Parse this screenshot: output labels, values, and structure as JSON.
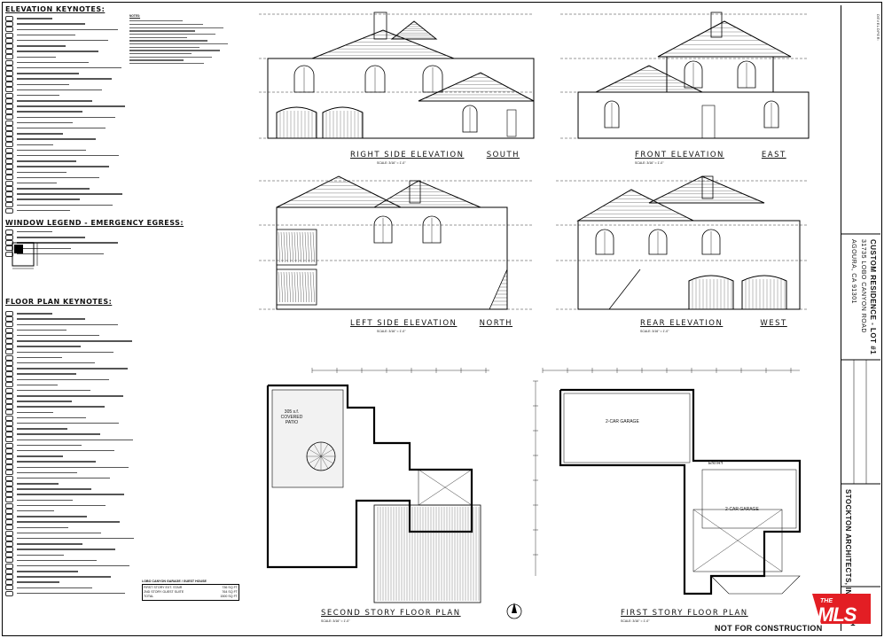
{
  "legend": {
    "elevation_keynotes_title": "ELEVATION KEYNOTES:",
    "window_legend_title": "WINDOW LEGEND - EMERGENCY EGRESS:",
    "floor_plan_keynotes_title": "FLOOR PLAN KEYNOTES:",
    "notes_title": "NOTES:"
  },
  "elevations": {
    "right_side": {
      "title": "RIGHT SIDE ELEVATION",
      "direction": "SOUTH",
      "scale": "SCALE: 3/16\" = 1'-0\""
    },
    "front": {
      "title": "FRONT ELEVATION",
      "direction": "EAST",
      "scale": "SCALE: 3/16\" = 1'-0\""
    },
    "left_side": {
      "title": "LEFT SIDE ELEVATION",
      "direction": "NORTH",
      "scale": "SCALE: 3/16\" = 1'-0\""
    },
    "rear": {
      "title": "REAR ELEVATION",
      "direction": "WEST",
      "scale": "SCALE: 3/16\" = 1'-0\""
    }
  },
  "plans": {
    "second": {
      "title": "SECOND STORY FLOOR PLAN",
      "scale": "SCALE: 3/16\" = 1'-0\"",
      "patio_label": "305 s.f. COVERED PATIO"
    },
    "first": {
      "title": "FIRST STORY FLOOR PLAN",
      "scale": "SCALE: 3/16\" = 1'-0\"",
      "garage_a": "2-CAR GARAGE",
      "garage_b": "2-CAR GARAGE",
      "entry": "ENTRY"
    }
  },
  "area_table": {
    "heading": "LOBO CANYON GARAGE / GUEST HOUSE",
    "rows": [
      {
        "label": "FIRST STORY EXT. STAIR",
        "value": "736 SQ FT"
      },
      {
        "label": "2ND STORY GUEST SUITE",
        "value": "764 SQ FT"
      },
      {
        "label": "TOTAL",
        "value": "1500 SQ FT"
      }
    ]
  },
  "title_block": {
    "firm": "STOCKTON ARCHITECTS, INC.",
    "project": "CUSTOM RESIDENCE - LOT #1",
    "address": "31735 LOBO CANYON ROAD",
    "city": "AGOURA, CA 91301",
    "developer": "DEVELOPER:",
    "sheet_no": "1"
  },
  "footer": {
    "not_for_construction": "NOT FOR CONSTRUCTION",
    "mls_logo": "THE MLS"
  }
}
